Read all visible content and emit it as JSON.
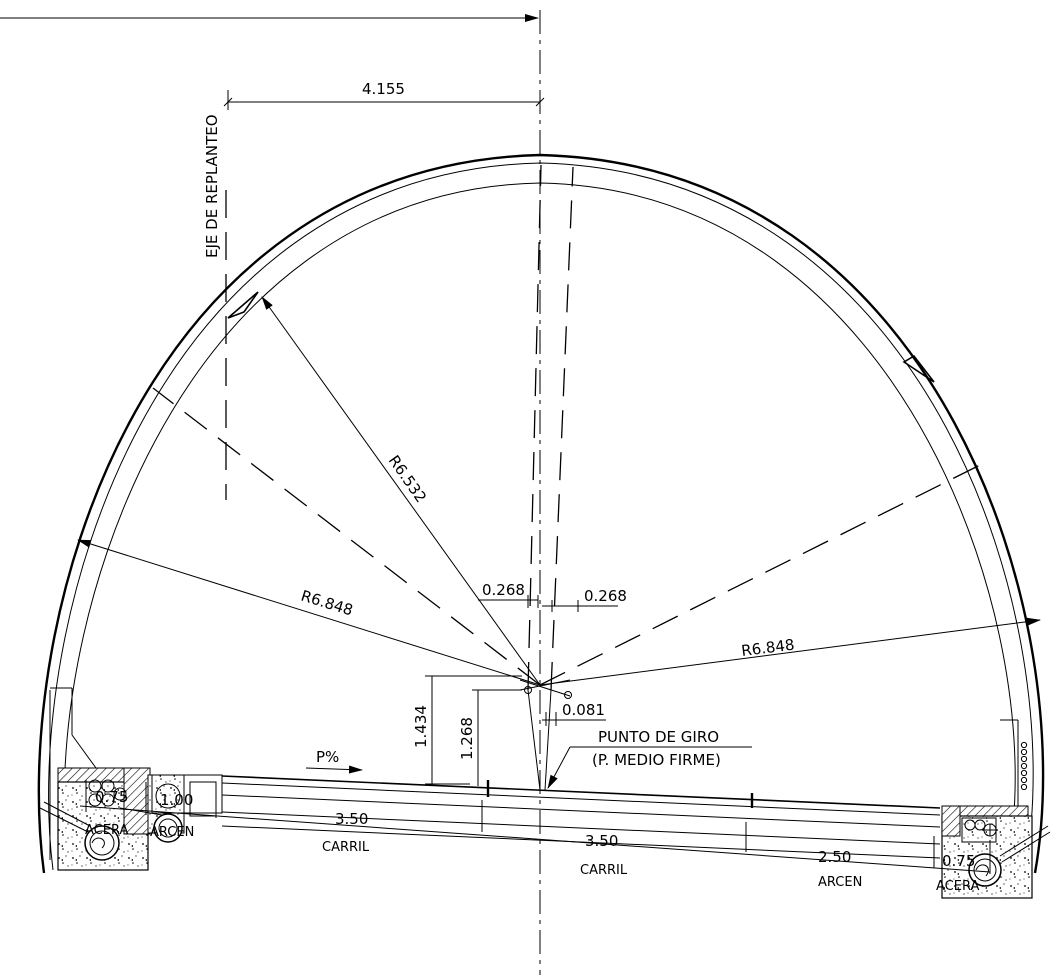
{
  "labels": {
    "eje": "EJE DE REPLANTEO",
    "offset": "4.155",
    "radius_crown": "R6.532",
    "radius_left": "R6.848",
    "radius_right": "R6.848",
    "dim_left_268": "0.268",
    "dim_right_268": "0.268",
    "dim_081": "0.081",
    "dim_1434": "1.434",
    "dim_1268": "1.268",
    "punto_giro": "PUNTO DE GIRO",
    "medio_firme": "(P. MEDIO FIRME)",
    "slope": "P%"
  },
  "widths": [
    {
      "value": "0.75",
      "name": "ACERA"
    },
    {
      "value": "1.00",
      "name": "ARCEN"
    },
    {
      "value": "3.50",
      "name": "CARRIL"
    },
    {
      "value": "3.50",
      "name": "CARRIL"
    },
    {
      "value": "2.50",
      "name": "ARCEN"
    },
    {
      "value": "0.75",
      "name": "ACERA"
    }
  ]
}
